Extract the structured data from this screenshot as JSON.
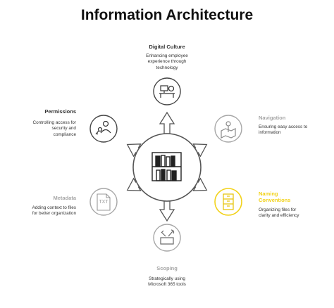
{
  "title": "Information Architecture",
  "colors": {
    "primary": "#333333",
    "muted": "#a6a6a6",
    "highlight": "#f2d21a"
  },
  "nodes": [
    {
      "label": "Digital Culture",
      "desc": "Enhancing employee experience through technology",
      "icon": "desk-computer-icon",
      "state": "normal"
    },
    {
      "label": "Navigation",
      "desc": "Ensuring easy access to information",
      "icon": "map-pin-icon",
      "state": "muted"
    },
    {
      "label": "Naming Conventions",
      "desc": "Organizing files for clarity and efficiency",
      "icon": "file-cabinet-icon",
      "state": "highlighted"
    },
    {
      "label": "Scoping",
      "desc": "Strategically using Microsoft 365 tools",
      "icon": "tools-icon",
      "state": "muted"
    },
    {
      "label": "Metadata",
      "desc": "Adding context to files for better organization",
      "icon": "txt-file-icon",
      "state": "muted"
    },
    {
      "label": "Permissions",
      "desc": "Controlling access for security and compliance",
      "icon": "user-key-icon",
      "state": "normal"
    }
  ],
  "center_icon": "bookshelf-icon"
}
